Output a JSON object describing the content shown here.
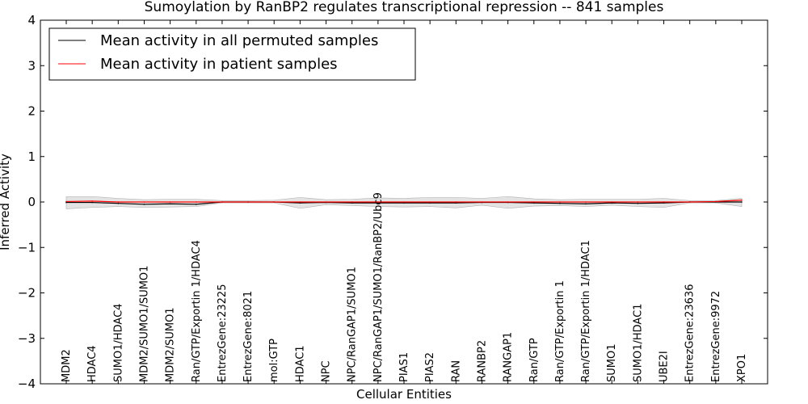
{
  "chart_data": {
    "type": "line",
    "title": "Sumoylation by RanBP2 regulates transcriptional repression -- 841 samples",
    "xlabel": "Cellular Entities",
    "ylabel": "Inferred Activity",
    "ylim": [
      -4,
      4
    ],
    "yticks": [
      "−4",
      "−3",
      "−2",
      "−1",
      "0",
      "1",
      "2",
      "3",
      "4"
    ],
    "grid": false,
    "legend_position": "top-left",
    "categories": [
      "MDM2",
      "HDAC4",
      "SUMO1/HDAC4",
      "MDM2/SUMO1/SUMO1",
      "MDM2/SUMO1",
      "Ran/GTP/Exportin 1/HDAC4",
      "EntrezGene:23225",
      "EntrezGene:8021",
      "mol:GTP",
      "HDAC1",
      "NPC",
      "NPC/RanGAP1/SUMO1",
      "NPC/RanGAP1/SUMO1/RanBP2/Ubc9",
      "PIAS1",
      "PIAS2",
      "RAN",
      "RANBP2",
      "RANGAP1",
      "Ran/GTP",
      "Ran/GTP/Exportin 1",
      "Ran/GTP/Exportin 1/HDAC1",
      "SUMO1",
      "SUMO1/HDAC1",
      "UBE2I",
      "EntrezGene:23636",
      "EntrezGene:9972",
      "XPO1"
    ],
    "series": [
      {
        "name": "Mean activity in all permuted samples",
        "color": "#000000",
        "values": [
          -0.01,
          -0.01,
          -0.03,
          -0.05,
          -0.04,
          -0.05,
          0.0,
          0.0,
          0.0,
          -0.02,
          -0.01,
          -0.02,
          -0.02,
          -0.02,
          -0.02,
          -0.02,
          -0.01,
          -0.01,
          -0.02,
          -0.03,
          -0.04,
          -0.02,
          -0.03,
          -0.02,
          0.0,
          0.0,
          0.0
        ]
      },
      {
        "name": "Mean activity in patient samples",
        "color": "#ff0000",
        "values": [
          0.01,
          0.02,
          0.0,
          0.0,
          0.0,
          0.0,
          0.0,
          0.0,
          0.0,
          0.0,
          0.0,
          0.0,
          0.0,
          0.0,
          0.0,
          0.0,
          0.0,
          0.0,
          0.0,
          0.0,
          0.0,
          0.0,
          0.0,
          0.0,
          0.0,
          0.01,
          0.04
        ]
      }
    ],
    "band": {
      "color": "#cccccc",
      "upper": [
        0.12,
        0.12,
        0.08,
        0.05,
        0.06,
        0.06,
        0.03,
        0.03,
        0.04,
        0.1,
        0.05,
        0.06,
        0.09,
        0.08,
        0.1,
        0.1,
        0.08,
        0.12,
        0.07,
        0.05,
        0.06,
        0.06,
        0.06,
        0.08,
        0.03,
        0.03,
        0.08
      ],
      "lower": [
        -0.15,
        -0.12,
        -0.1,
        -0.12,
        -0.11,
        -0.1,
        -0.02,
        -0.02,
        -0.02,
        -0.14,
        -0.06,
        -0.08,
        -0.1,
        -0.11,
        -0.1,
        -0.13,
        -0.07,
        -0.14,
        -0.09,
        -0.08,
        -0.1,
        -0.07,
        -0.1,
        -0.12,
        -0.02,
        -0.02,
        -0.1
      ]
    }
  }
}
